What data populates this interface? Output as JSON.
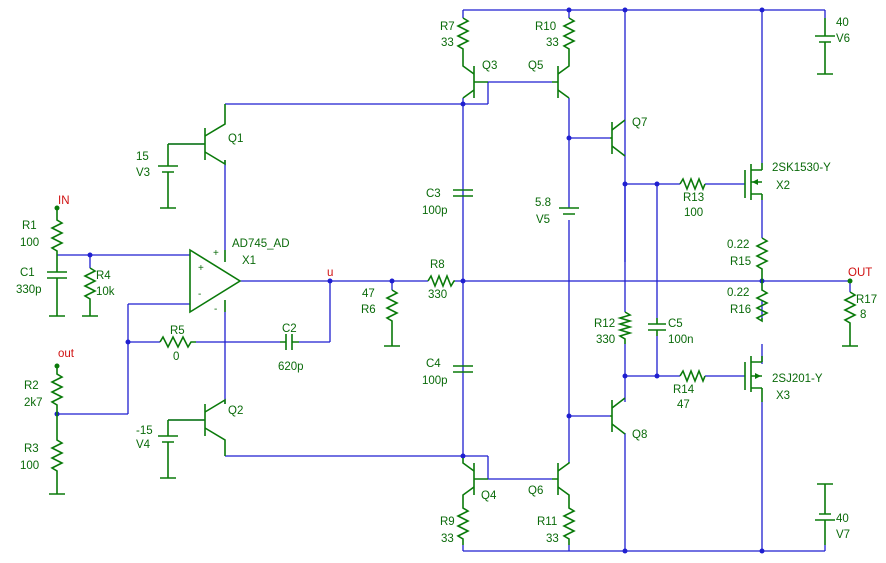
{
  "components": {
    "R1": {
      "ref": "R1",
      "value": "100"
    },
    "C1": {
      "ref": "C1",
      "value": "330p"
    },
    "R4": {
      "ref": "R4",
      "value": "10k"
    },
    "R2": {
      "ref": "R2",
      "value": "2k7"
    },
    "R3": {
      "ref": "R3",
      "value": "100"
    },
    "R5": {
      "ref": "R5",
      "value": "0"
    },
    "C2": {
      "ref": "C2",
      "value": "620p"
    },
    "V3": {
      "ref": "V3",
      "value": "15"
    },
    "V4": {
      "ref": "V4",
      "value": "-15"
    },
    "Q1": {
      "ref": "Q1"
    },
    "Q2": {
      "ref": "Q2"
    },
    "X1": {
      "ref": "X1",
      "part": "AD745_AD"
    },
    "R6": {
      "ref": "R6",
      "value": "47"
    },
    "R8": {
      "ref": "R8",
      "value": "330"
    },
    "C3": {
      "ref": "C3",
      "value": "100p"
    },
    "C4": {
      "ref": "C4",
      "value": "100p"
    },
    "R7": {
      "ref": "R7",
      "value": "33"
    },
    "R9": {
      "ref": "R9",
      "value": "33"
    },
    "R10": {
      "ref": "R10",
      "value": "33"
    },
    "R11": {
      "ref": "R11",
      "value": "33"
    },
    "Q3": {
      "ref": "Q3"
    },
    "Q4": {
      "ref": "Q4"
    },
    "Q5": {
      "ref": "Q5"
    },
    "Q6": {
      "ref": "Q6"
    },
    "V5": {
      "ref": "V5",
      "value": "5.8"
    },
    "Q7": {
      "ref": "Q7"
    },
    "Q8": {
      "ref": "Q8"
    },
    "R12": {
      "ref": "R12",
      "value": "330"
    },
    "C5": {
      "ref": "C5",
      "value": "100n"
    },
    "R13": {
      "ref": "R13",
      "value": "100"
    },
    "R14": {
      "ref": "R14",
      "value": "47"
    },
    "X2": {
      "ref": "X2",
      "part": "2SK1530-Y"
    },
    "X3": {
      "ref": "X3",
      "part": "2SJ201-Y"
    },
    "R15": {
      "ref": "R15",
      "value": "0.22"
    },
    "R16": {
      "ref": "R16",
      "value": "0.22"
    },
    "R17": {
      "ref": "R17",
      "value": "8"
    },
    "V6": {
      "ref": "V6",
      "value": "40"
    },
    "V7": {
      "ref": "V7",
      "value": "40"
    }
  },
  "nets": {
    "in": "IN",
    "out_fb": "out",
    "u": "u",
    "out_main": "OUT"
  },
  "opamp_pins": {
    "plus": "+",
    "minus": "-"
  },
  "colors": {
    "wire": "#1f1fd0",
    "component": "#0a7a0a",
    "label": "#0a6a0a",
    "net_label": "#d01010"
  }
}
